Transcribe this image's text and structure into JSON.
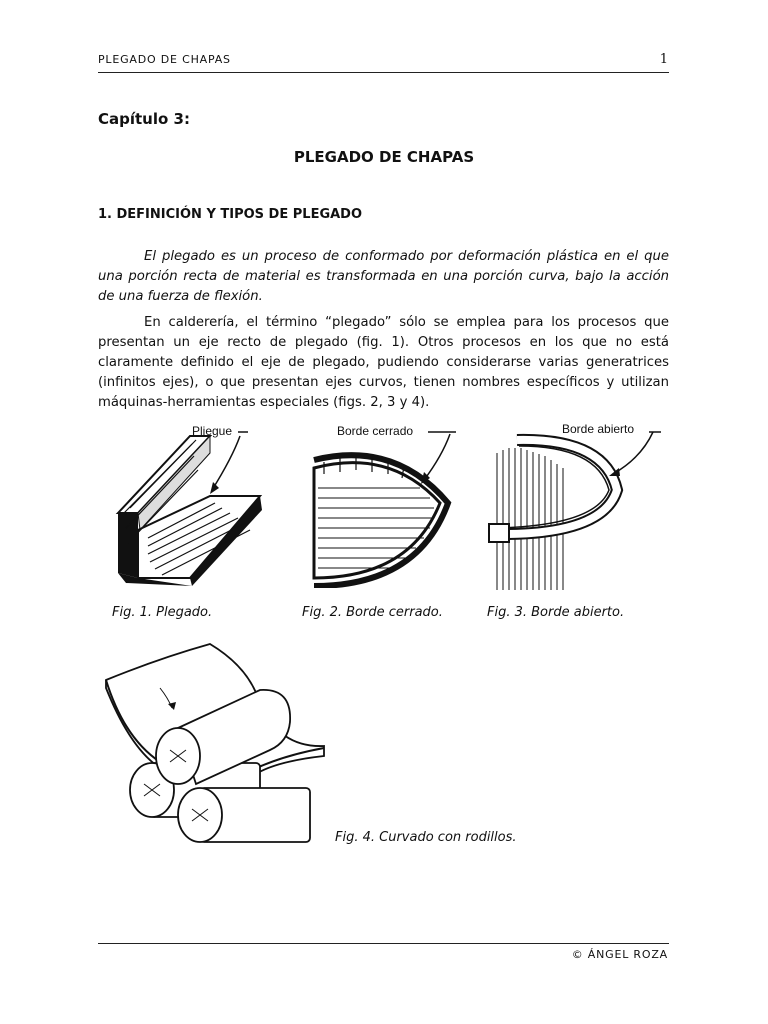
{
  "header": {
    "running_title": "PLEGADO DE CHAPAS",
    "page_number": "1"
  },
  "chapter": "Capítulo 3:",
  "title": "PLEGADO DE CHAPAS",
  "section_heading": "1. DEFINICIÓN Y TIPOS DE PLEGADO",
  "paragraphs": [
    "El plegado es un proceso de conformado por deformación plástica en el que una porción recta de material es transformada en una porción curva, bajo la acción de una fuerza de flexión.",
    "En calderería, el término “plegado” sólo se emplea para los procesos que presentan un eje recto de plegado (fig. 1). Otros procesos en los que no está claramente definido el eje de plegado, pudiendo considerarse varias generatrices (infinitos ejes), o que presentan ejes curvos, tienen nombres específicos y utilizan máquinas-herramientas especiales (figs. 2, 3 y 4)."
  ],
  "figures": [
    {
      "label": "Pliegue",
      "caption": "Fig. 1. Plegado."
    },
    {
      "label": "Borde cerrado",
      "caption": "Fig. 2. Borde cerrado."
    },
    {
      "label": "Borde abierto",
      "caption": "Fig. 3. Borde abierto."
    },
    {
      "caption": "Fig. 4. Curvado con rodillos."
    }
  ],
  "footer": {
    "copyright": "© ÁNGEL ROZA"
  }
}
